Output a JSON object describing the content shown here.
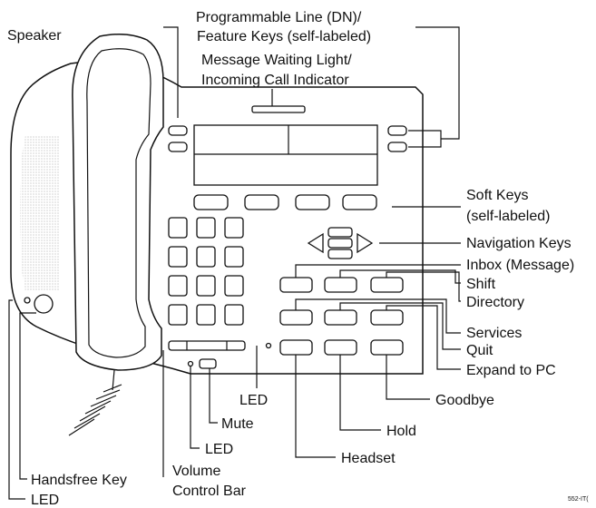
{
  "labels": {
    "speaker": "Speaker",
    "prog_keys_1": "Programmable Line (DN)/",
    "prog_keys_2": "Feature Keys (self-labeled)",
    "mwl_1": "Message Waiting Light/",
    "mwl_2": "Incoming Call Indicator",
    "soft_keys_1": "Soft Keys",
    "soft_keys_2": "(self-labeled)",
    "navigation_keys": "Navigation Keys",
    "inbox": "Inbox (Message)",
    "shift": "Shift",
    "directory": "Directory",
    "services": "Services",
    "quit": "Quit",
    "expand_to_pc": "Expand to PC",
    "goodbye": "Goodbye",
    "hold": "Hold",
    "headset": "Headset",
    "led_center": "LED",
    "mute": "Mute",
    "led_mute": "LED",
    "volume_1": "Volume",
    "volume_2": "Control Bar",
    "handsfree_key": "Handsfree Key",
    "led_handsfree": "LED",
    "ref_code": "552-IT("
  },
  "colors": {
    "ink": "#111111",
    "speaker_dots": "#9a9a9a",
    "background": "#ffffff"
  }
}
